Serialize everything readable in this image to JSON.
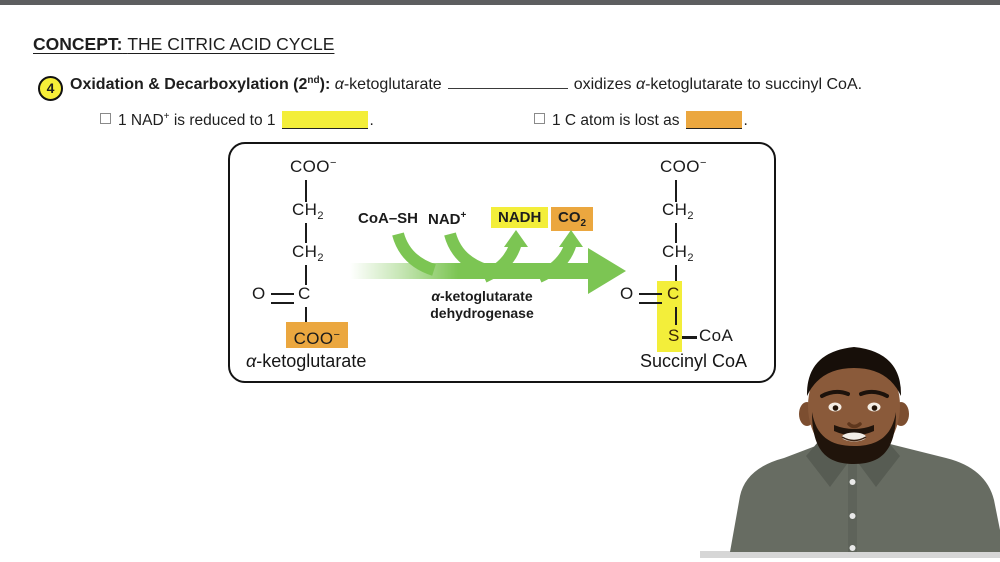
{
  "colors": {
    "top_bar": "#5d5e60",
    "yellow_highlight": "#f3ee3a",
    "orange_highlight": "#eba73f",
    "green_arrow": "#7cc553",
    "badge_yellow": "#f6ee38",
    "instructor_shirt": "#676c62"
  },
  "header": {
    "label": "CONCEPT:",
    "title": "THE CITRIC ACID CYCLE"
  },
  "step": {
    "number": "4",
    "title_bold": "Oxidation & Decarboxylation (2",
    "title_sup": "nd",
    "title_end": "):",
    "alpha1": "α",
    "text1": "-ketoglutarate",
    "text2": "oxidizes",
    "alpha2": "α",
    "text3": "-ketoglutarate to succinyl CoA."
  },
  "bullets": {
    "b1": {
      "pre": "1 NAD",
      "sup": "+",
      "mid": "is reduced to 1",
      "period": "."
    },
    "b2": {
      "pre": "1 C atom is lost as",
      "period": "."
    }
  },
  "diagram": {
    "left": {
      "group1": {
        "base": "COO",
        "sup": "−"
      },
      "group2": {
        "base": "CH",
        "sub": "2"
      },
      "group3": {
        "base": "CH",
        "sub": "2"
      },
      "group4_o": "O",
      "group4_c": "C",
      "group5": {
        "base": "COO",
        "sup": "−"
      },
      "label_alpha": "α",
      "label_text": "-ketoglutarate"
    },
    "reaction": {
      "reagent1": "CoA–SH",
      "reagent2_base": "NAD",
      "reagent2_sup": "+",
      "product1": "NADH",
      "product2_base": "CO",
      "product2_sub": "2",
      "enzyme_alpha": "α",
      "enzyme_line1": "-ketoglutarate",
      "enzyme_line2": "dehydrogenase"
    },
    "right": {
      "group1": {
        "base": "COO",
        "sup": "−"
      },
      "group2": {
        "base": "CH",
        "sub": "2"
      },
      "group3": {
        "base": "CH",
        "sub": "2"
      },
      "group4_o": "O",
      "group4_c": "C",
      "group5_s": "S",
      "group5_coa": "CoA",
      "label": "Succinyl CoA"
    }
  }
}
